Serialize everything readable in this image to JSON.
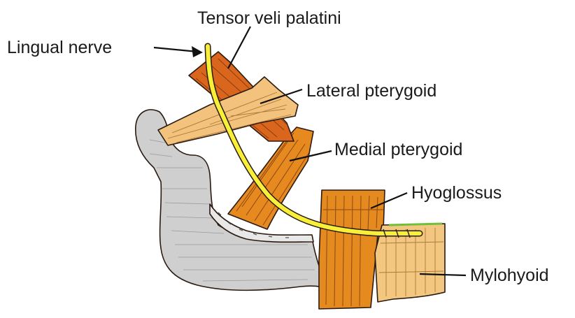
{
  "labels": {
    "tensor_veli_palatini": "Tensor veli palatini",
    "lingual_nerve": "Lingual nerve",
    "lateral_pterygoid": "Lateral pterygoid",
    "medial_pterygoid": "Medial pterygoid",
    "hyoglossus": "Hyoglossus",
    "mylohyoid": "Mylohyoid"
  },
  "colors": {
    "nerve": "#f7ef38",
    "tensor_muscle": "#d9661c",
    "lateral_pterygoid": "#f3c27c",
    "medial_pterygoid": "#e6891f",
    "hyoglossus": "#e48a1f",
    "mylohyoid": "#f3c780",
    "mandible_bone": "#cfcfcf"
  }
}
